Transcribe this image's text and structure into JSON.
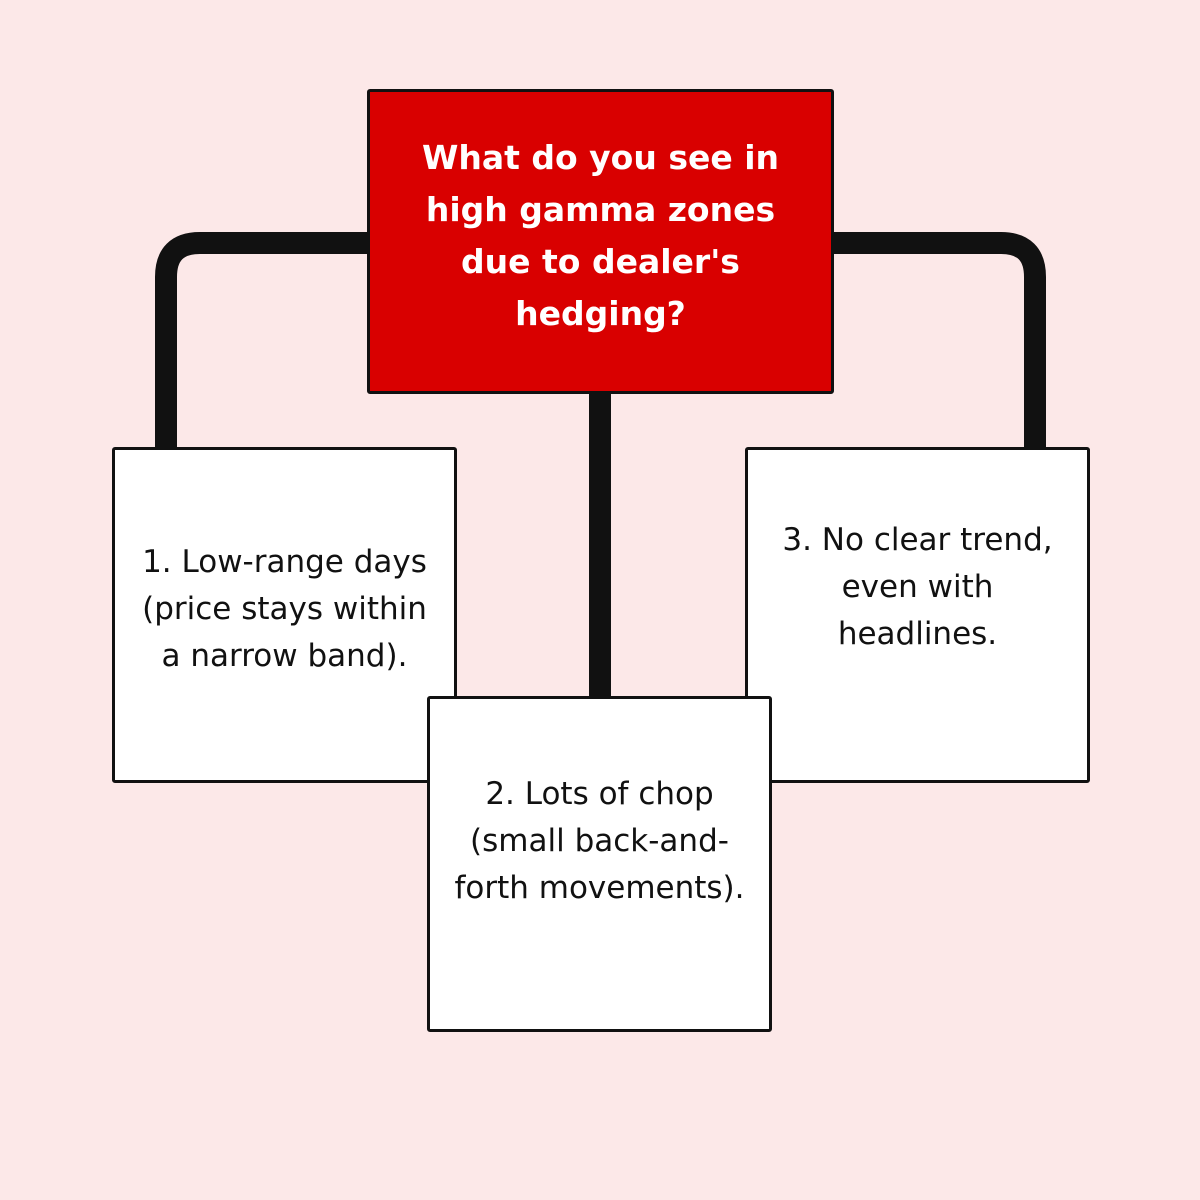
{
  "diagram": {
    "root": {
      "text": "What do you see in high gamma zones due to dealer's hedging?"
    },
    "children": [
      {
        "text": "1. Low-range days (price stays within a narrow band)."
      },
      {
        "text": "2. Lots of chop (small back-and-forth movements)."
      },
      {
        "text": "3. No clear trend, even with headlines."
      }
    ]
  },
  "colors": {
    "background": "#fce8e8",
    "root_fill": "#d90000",
    "root_text": "#ffffff",
    "child_fill": "#ffffff",
    "child_text": "#111111",
    "connector": "#111111"
  }
}
